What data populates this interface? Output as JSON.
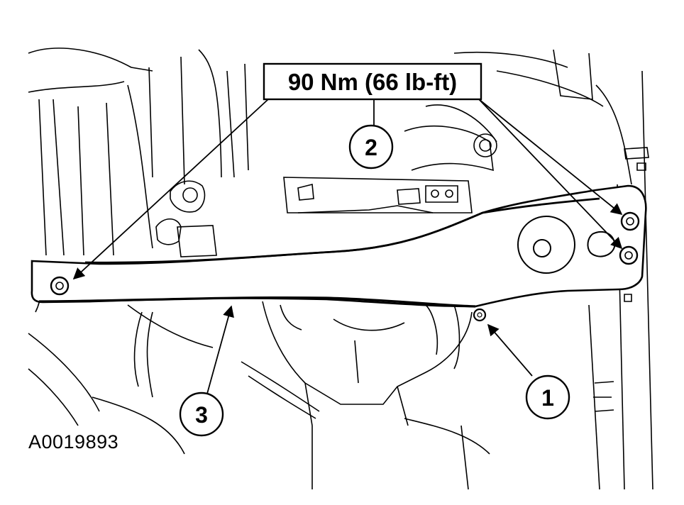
{
  "figure_id": "A0019893",
  "torque_spec": "90 Nm (66 lb-ft)",
  "callouts": [
    {
      "number": "1"
    },
    {
      "number": "2"
    },
    {
      "number": "3"
    }
  ]
}
